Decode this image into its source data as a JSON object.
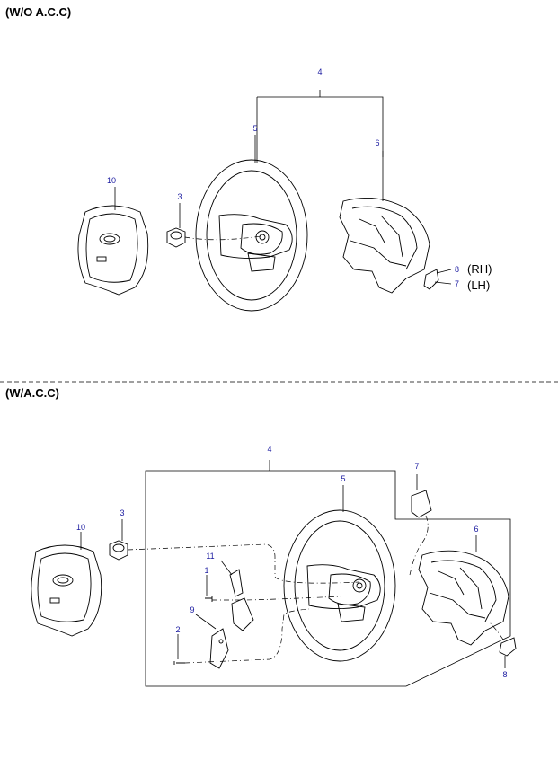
{
  "sections": {
    "top": {
      "header": "(W/O A.C.C)"
    },
    "bottom": {
      "header": "(W/A.C.C)"
    }
  },
  "top_callouts": {
    "c4": "4",
    "c5": "5",
    "c6": "6",
    "c10": "10",
    "c3": "3",
    "c8": "8",
    "c7": "7"
  },
  "top_side_labels": {
    "rh": "(RH)",
    "lh": "(LH)"
  },
  "bottom_callouts": {
    "c4": "4",
    "c5": "5",
    "c7": "7",
    "c6": "6",
    "c10": "10",
    "c3": "3",
    "c11": "11",
    "c1": "1",
    "c9": "9",
    "c2": "2",
    "c8": "8"
  }
}
